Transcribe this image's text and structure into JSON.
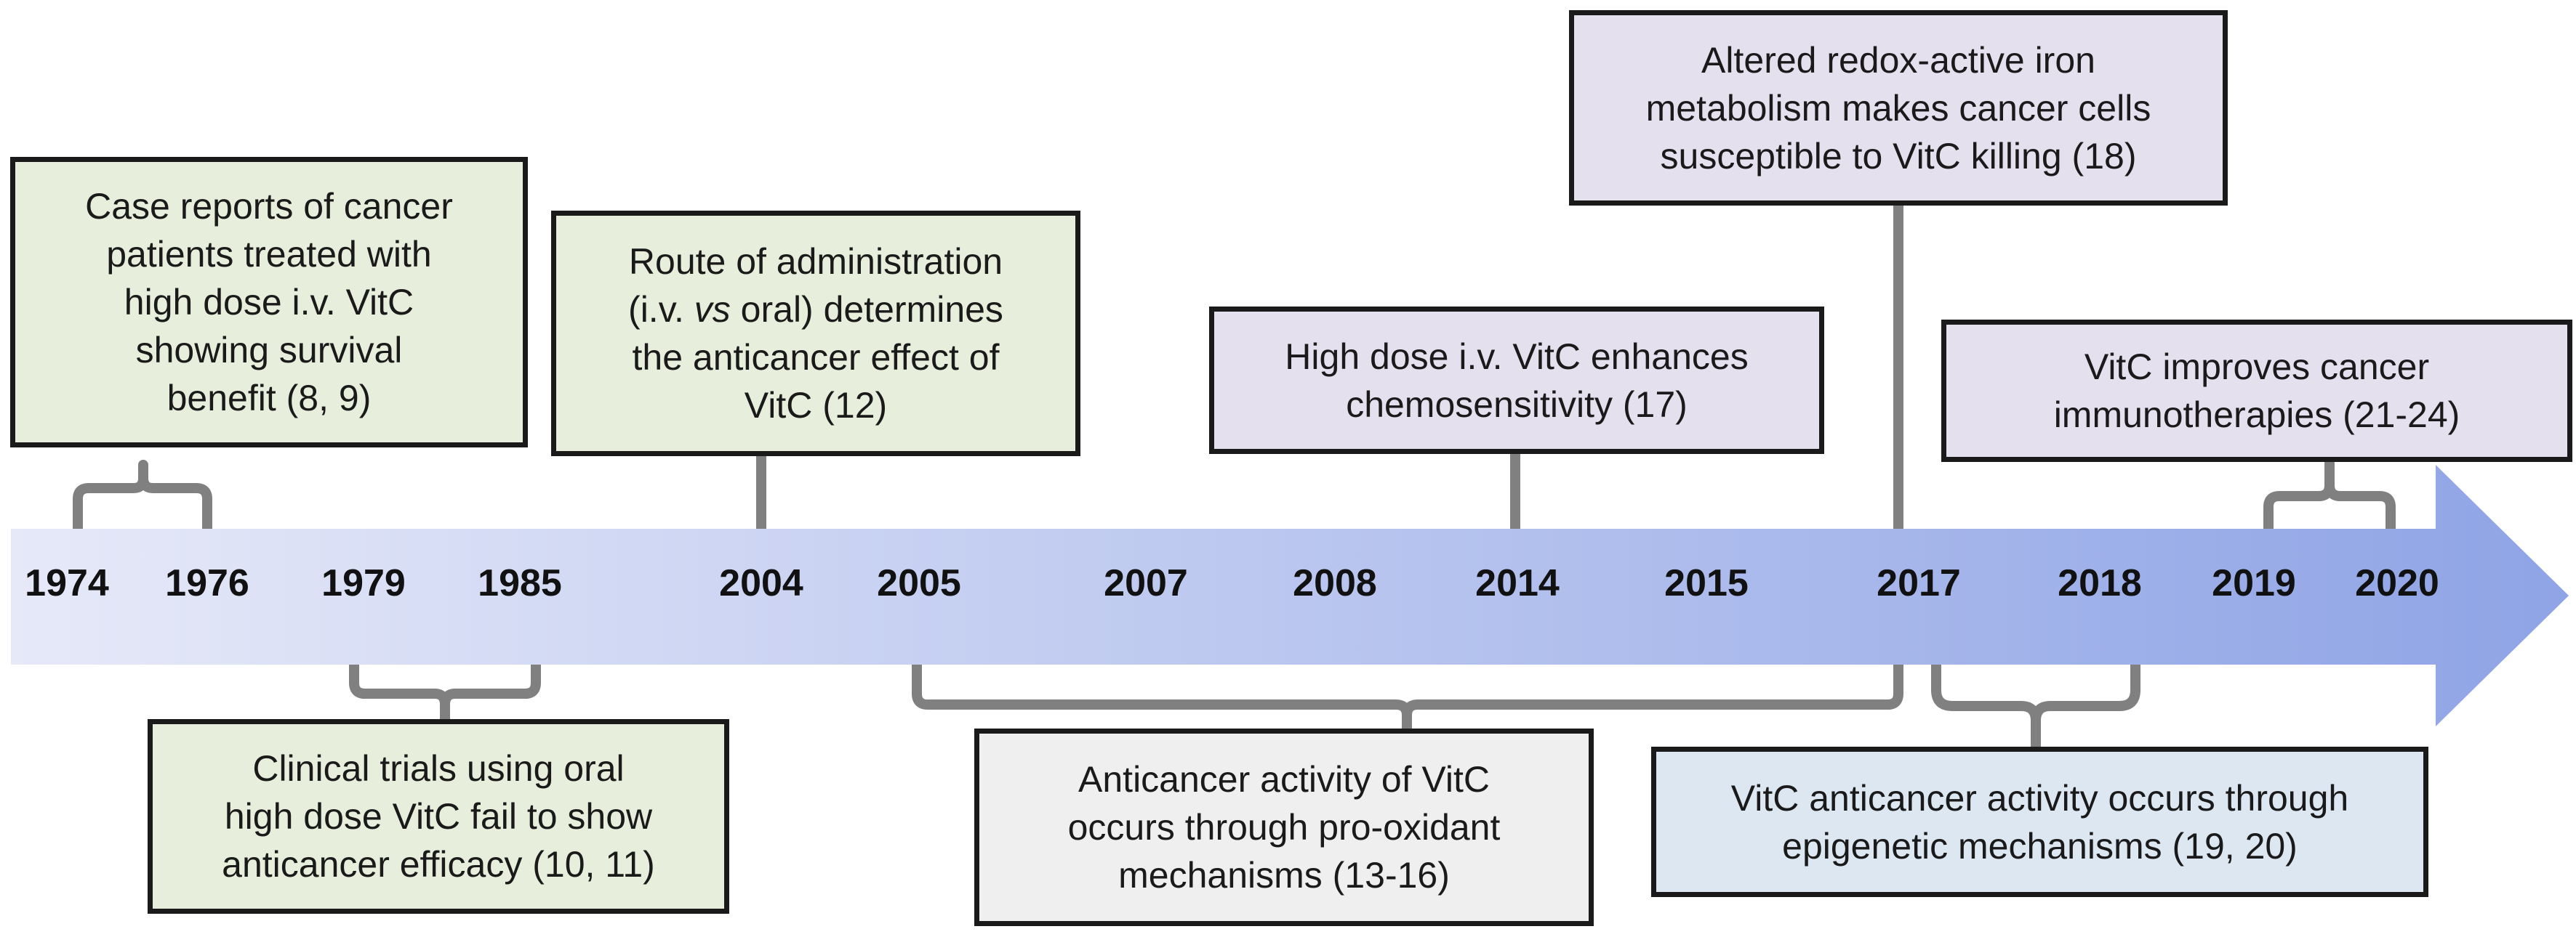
{
  "years": [
    "1974",
    "1976",
    "1979",
    "1985",
    "2004",
    "2005",
    "2007",
    "2008",
    "2014",
    "2015",
    "2017",
    "2018",
    "2019",
    "2020"
  ],
  "events": {
    "case_reports": [
      "Case reports of cancer",
      "patients treated with",
      "high dose i.v. VitC",
      "showing survival",
      "benefit (8, 9)"
    ],
    "clinical_trials": [
      "Clinical trials using oral",
      "high dose VitC fail to show",
      "anticancer efficacy (10, 11)"
    ],
    "route": {
      "line1": "Route of administration",
      "line2_pre": "(i.v. ",
      "line2_em": "vs",
      "line2_post": " oral) determines",
      "line3": "the anticancer effect of",
      "line4": "VitC (12)"
    },
    "pro_oxidant": [
      "Anticancer activity of VitC",
      "occurs through pro-oxidant",
      "mechanisms (13-16)"
    ],
    "chemosensitivity": [
      "High dose i.v. VitC enhances",
      "chemosensitivity (17)"
    ],
    "iron": [
      "Altered redox-active iron",
      "metabolism makes cancer cells",
      "susceptible to VitC killing (18)"
    ],
    "epigenetic": [
      "VitC anticancer activity occurs through",
      "epigenetic mechanisms (19, 20)"
    ],
    "immuno": [
      "VitC improves cancer",
      "immunotherapies (21-24)"
    ]
  },
  "colors": {
    "arrow_start": "#e6e9f8",
    "arrow_end": "#8fa4e6",
    "connector": "#808080",
    "box_green": "#e8eedc",
    "box_lilac": "#e5e0ee",
    "box_grey": "#efefef",
    "box_blue": "#dde7f1"
  }
}
